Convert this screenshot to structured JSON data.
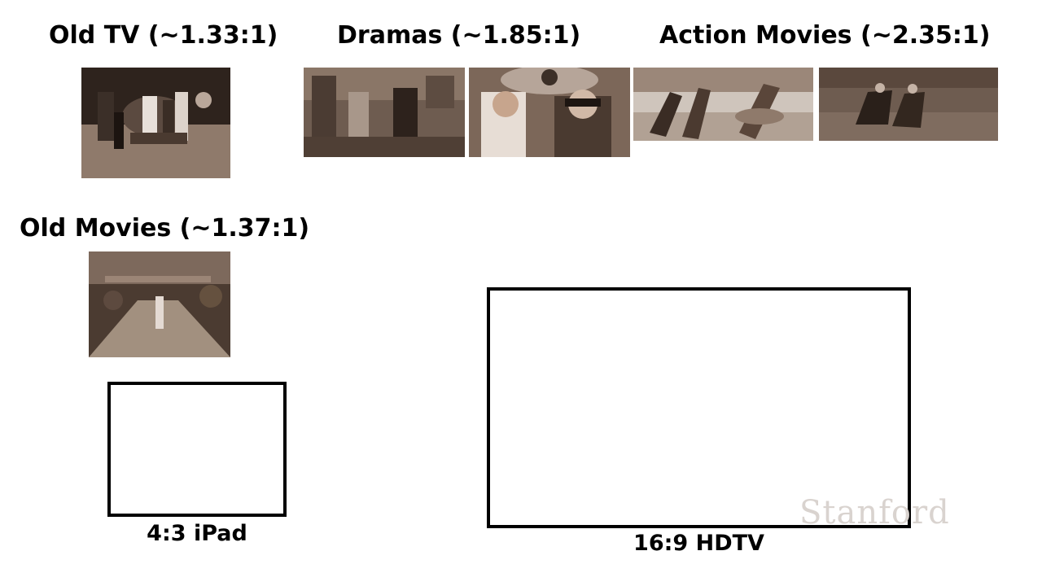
{
  "titles": {
    "old_tv": "Old TV (~1.33:1)",
    "dramas": "Dramas (~1.85:1)",
    "action_movies": "Action Movies (~2.35:1)",
    "old_movies": "Old Movies (~1.37:1)"
  },
  "frames": {
    "ipad_label": "4:3 iPad",
    "hdtv_label": "16:9 HDTV"
  },
  "watermark": "Stanford",
  "colors": {
    "sepia_dark": "#4e3d33",
    "sepia_mid": "#8a7566",
    "sepia_light": "#c9bbb0"
  }
}
